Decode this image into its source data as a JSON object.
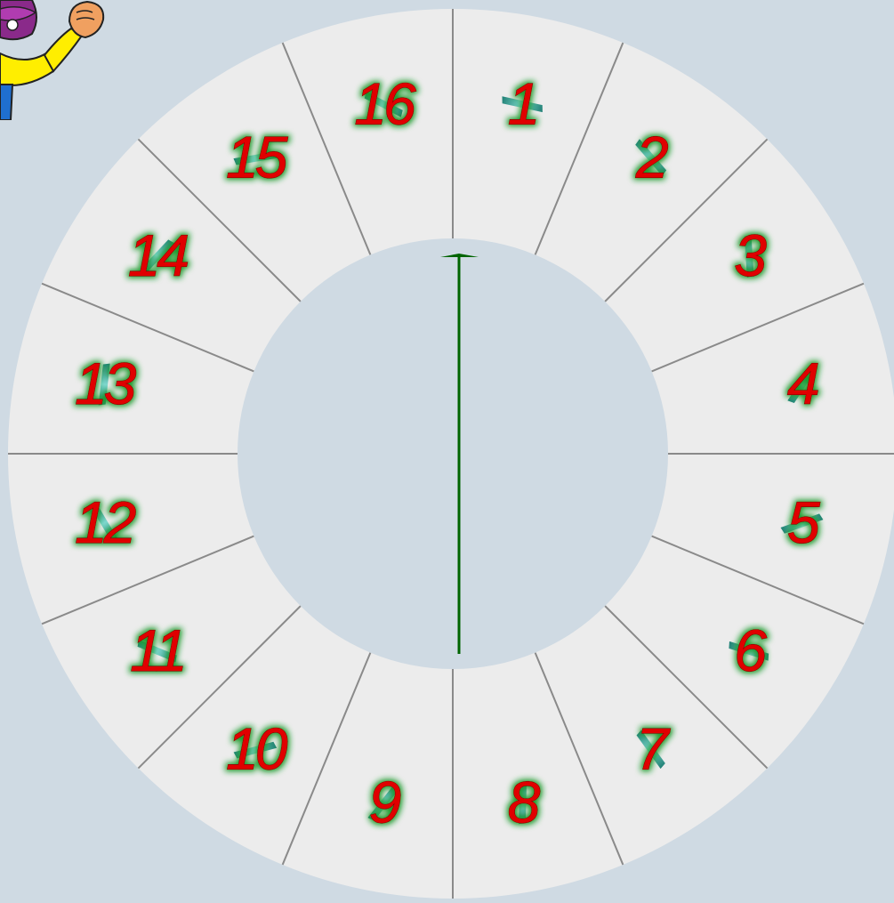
{
  "wheel": {
    "sector_count": 16,
    "labels": [
      "1",
      "2",
      "3",
      "4",
      "5",
      "6",
      "7",
      "8",
      "9",
      "10",
      "11",
      "12",
      "13",
      "14",
      "15",
      "16"
    ]
  },
  "pointer": {
    "state": "pointing-up"
  },
  "mascot": {
    "icon": "cartoon-mascot-icon"
  },
  "colors": {
    "background": "#cfdae3",
    "wheel_face": "#ececec",
    "divider": "#8a8a8a",
    "number_fill": "#e00000",
    "number_glow": "#1a9a2a",
    "decor_teal": "#2a9d8f",
    "pointer": "#006400"
  }
}
